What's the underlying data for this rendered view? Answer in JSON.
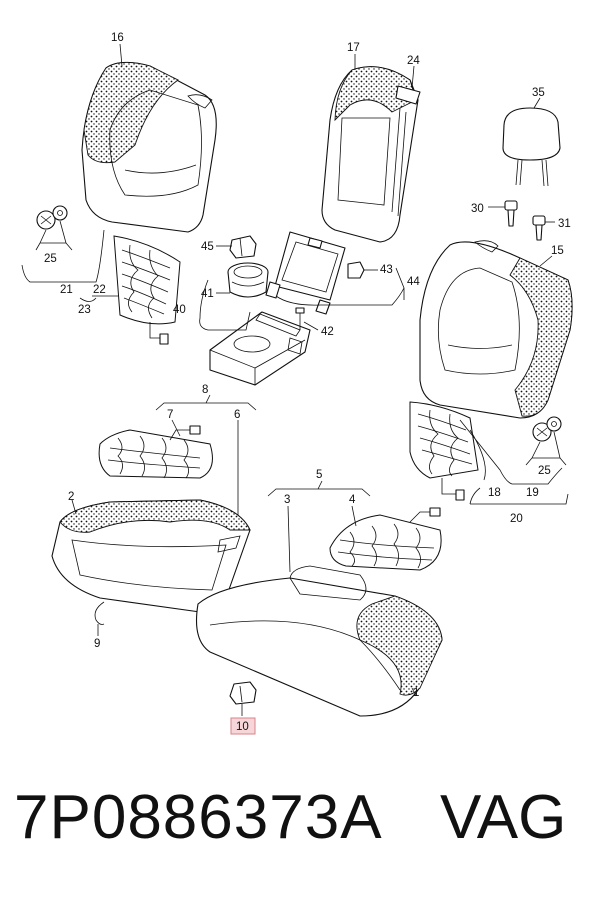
{
  "labels": {
    "c1": "1",
    "c2": "2",
    "c3": "3",
    "c4": "4",
    "c5": "5",
    "c6": "6",
    "c7": "7",
    "c8": "8",
    "c9": "9",
    "c10": "10",
    "c15": "15",
    "c16": "16",
    "c17": "17",
    "c18": "18",
    "c19": "19",
    "c20": "20",
    "c21": "21",
    "c22": "22",
    "c23": "23",
    "c24": "24",
    "c25a": "25",
    "c25b": "25",
    "c30": "30",
    "c31": "31",
    "c35": "35",
    "c40": "40",
    "c41": "41",
    "c42": "42",
    "c43": "43",
    "c44": "44",
    "c45": "45"
  },
  "highlighted_part": "10",
  "colors": {
    "highlight_fill": "#f6d6d8",
    "highlight_stroke": "#d9838a",
    "ink": "#111111"
  },
  "footer": {
    "part_number": "7P0886373A",
    "brand": "VAG"
  }
}
